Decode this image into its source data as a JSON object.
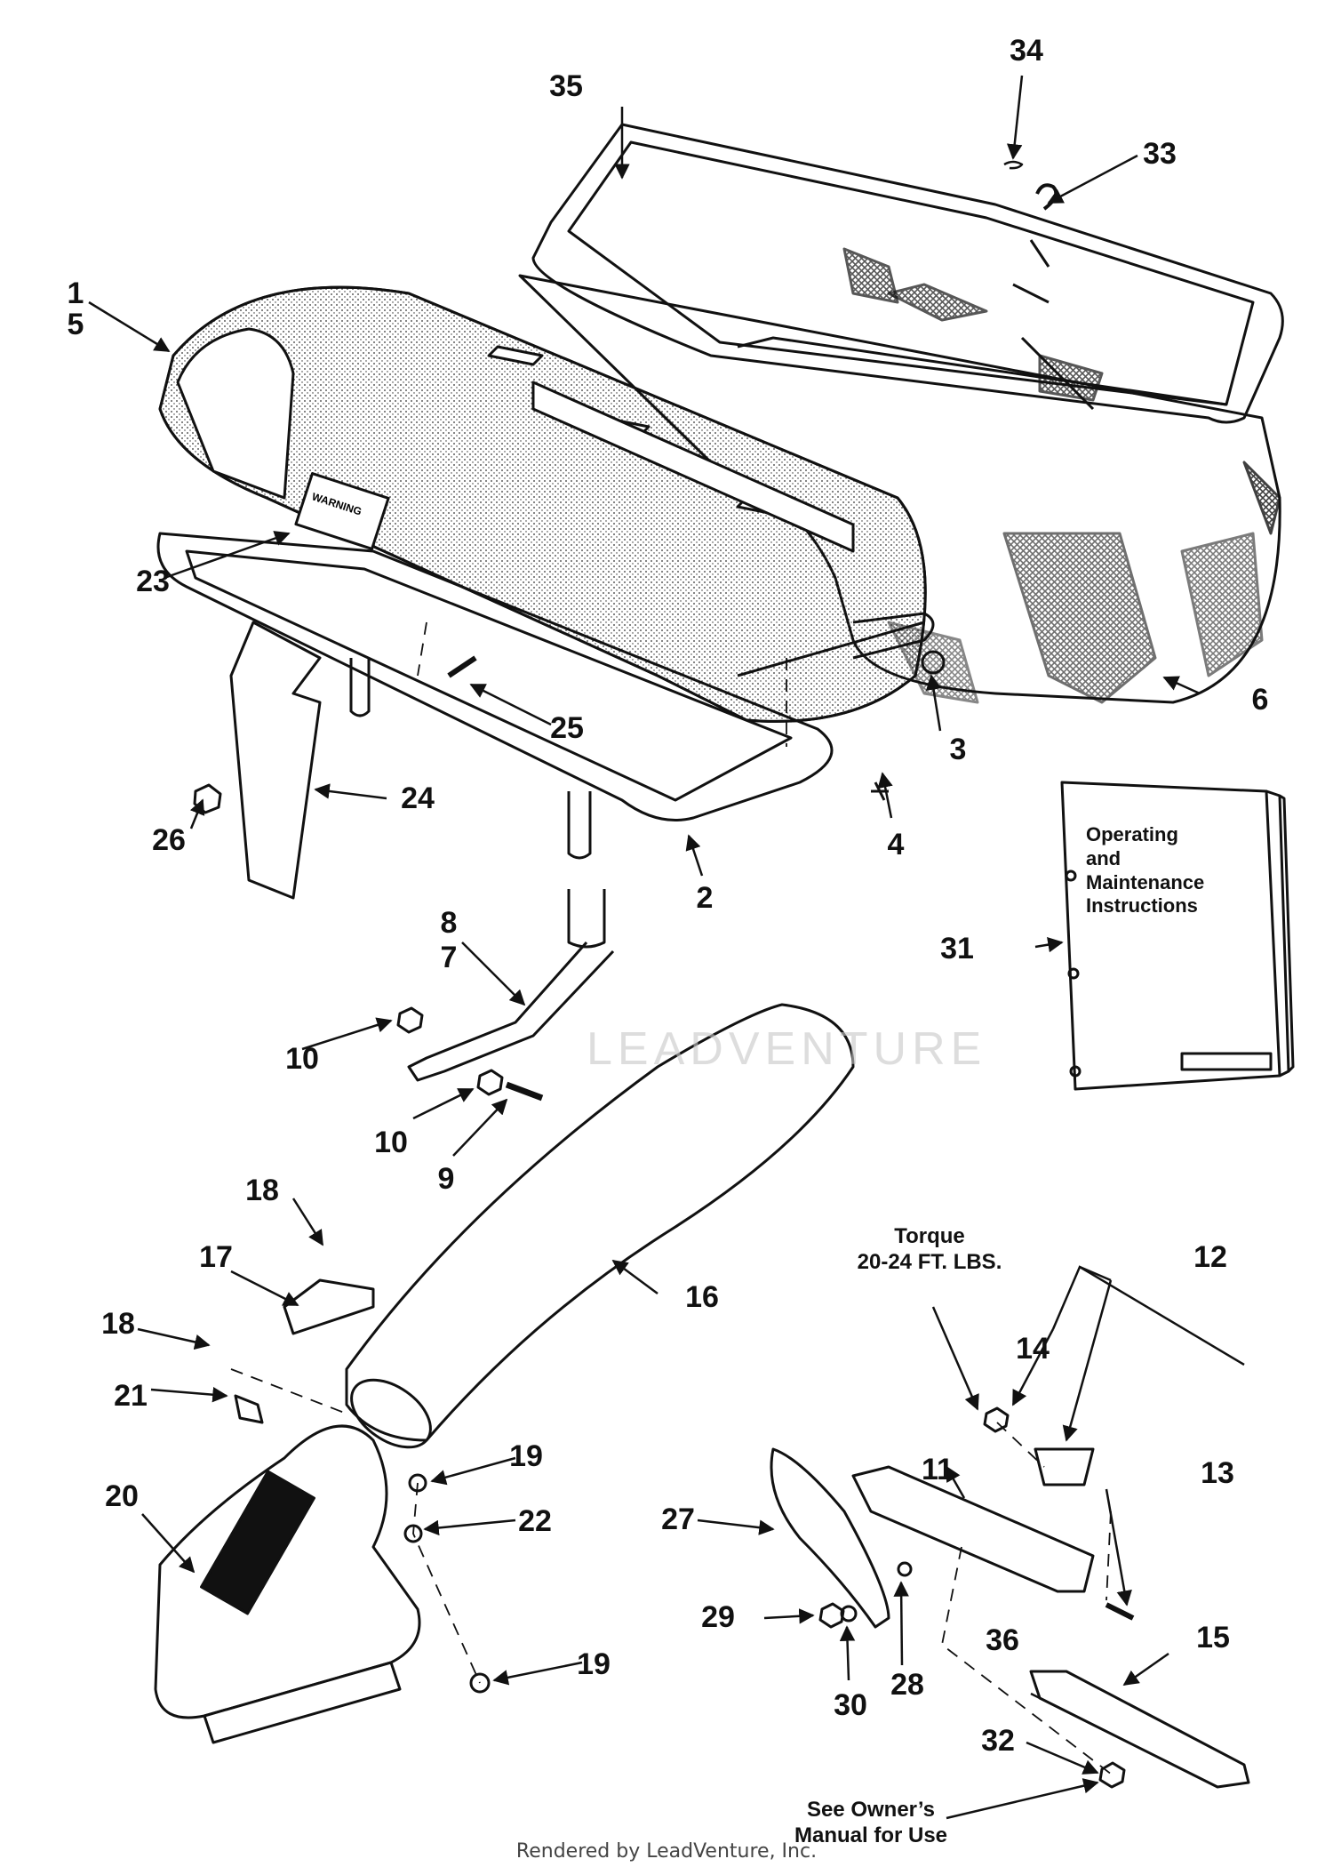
{
  "callouts": [
    {
      "id": "1",
      "text": "1"
    },
    {
      "id": "5",
      "text": "5"
    },
    {
      "id": "2",
      "text": "2"
    },
    {
      "id": "3",
      "text": "3"
    },
    {
      "id": "4",
      "text": "4"
    },
    {
      "id": "6",
      "text": "6"
    },
    {
      "id": "7",
      "text": "7"
    },
    {
      "id": "8",
      "text": "8"
    },
    {
      "id": "9",
      "text": "9"
    },
    {
      "id": "10a",
      "text": "10"
    },
    {
      "id": "10b",
      "text": "10"
    },
    {
      "id": "11",
      "text": "11"
    },
    {
      "id": "12",
      "text": "12"
    },
    {
      "id": "13",
      "text": "13"
    },
    {
      "id": "14",
      "text": "14"
    },
    {
      "id": "15",
      "text": "15"
    },
    {
      "id": "16",
      "text": "16"
    },
    {
      "id": "17",
      "text": "17"
    },
    {
      "id": "18a",
      "text": "18"
    },
    {
      "id": "18b",
      "text": "18"
    },
    {
      "id": "19a",
      "text": "19"
    },
    {
      "id": "19b",
      "text": "19"
    },
    {
      "id": "20",
      "text": "20"
    },
    {
      "id": "21",
      "text": "21"
    },
    {
      "id": "22",
      "text": "22"
    },
    {
      "id": "23",
      "text": "23"
    },
    {
      "id": "24",
      "text": "24"
    },
    {
      "id": "25",
      "text": "25"
    },
    {
      "id": "26",
      "text": "26"
    },
    {
      "id": "27",
      "text": "27"
    },
    {
      "id": "28",
      "text": "28"
    },
    {
      "id": "29",
      "text": "29"
    },
    {
      "id": "30",
      "text": "30"
    },
    {
      "id": "31",
      "text": "31"
    },
    {
      "id": "32",
      "text": "32"
    },
    {
      "id": "33",
      "text": "33"
    },
    {
      "id": "34",
      "text": "34"
    },
    {
      "id": "35",
      "text": "35"
    },
    {
      "id": "36",
      "text": "36"
    }
  ],
  "torque_note": {
    "line1": "Torque",
    "line2": "20-24 FT. LBS."
  },
  "owners_note": {
    "line1": "See Owner’s",
    "line2": "Manual for Use"
  },
  "manual": {
    "title": "Operating\nand\nMaintenance\nInstructions"
  },
  "warning_decal": "WARNING",
  "watermark": "LEADVENTURE",
  "footer": "Rendered by LeadVenture, Inc."
}
